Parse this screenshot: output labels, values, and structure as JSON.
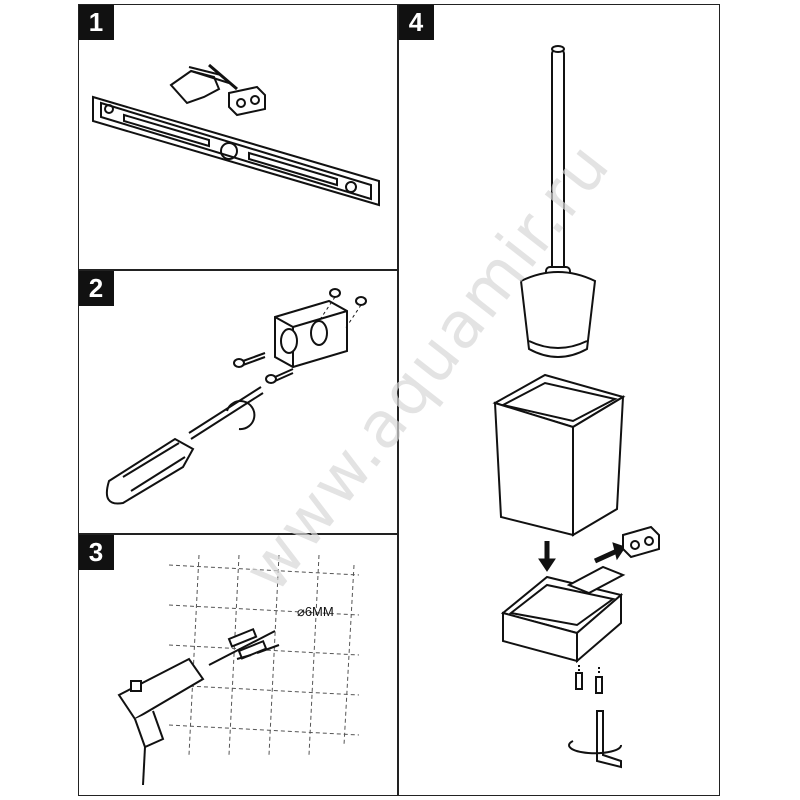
{
  "steps": [
    {
      "number": "1"
    },
    {
      "number": "2"
    },
    {
      "number": "3",
      "drill_size": "⌀6MM"
    },
    {
      "number": "4"
    }
  ],
  "watermark": "www.aquamir.ru"
}
